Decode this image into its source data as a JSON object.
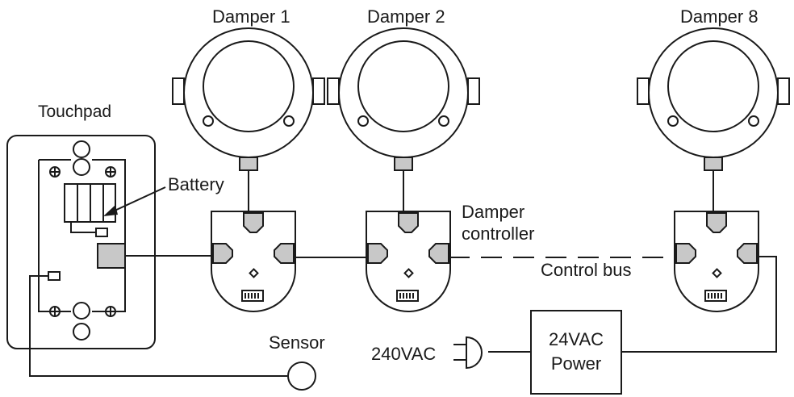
{
  "labels": {
    "damper1": "Damper 1",
    "damper2": "Damper 2",
    "damper8": "Damper 8",
    "touchpad": "Touchpad",
    "battery": "Battery",
    "damper_controller_line1": "Damper",
    "damper_controller_line2": "controller",
    "control_bus": "Control bus",
    "sensor": "Sensor",
    "ac_in": "240VAC",
    "power_line1": "24VAC",
    "power_line2": "Power"
  },
  "colors": {
    "line": "#1a1a1a",
    "port_fill": "#c8c8c8",
    "background": "#ffffff"
  }
}
